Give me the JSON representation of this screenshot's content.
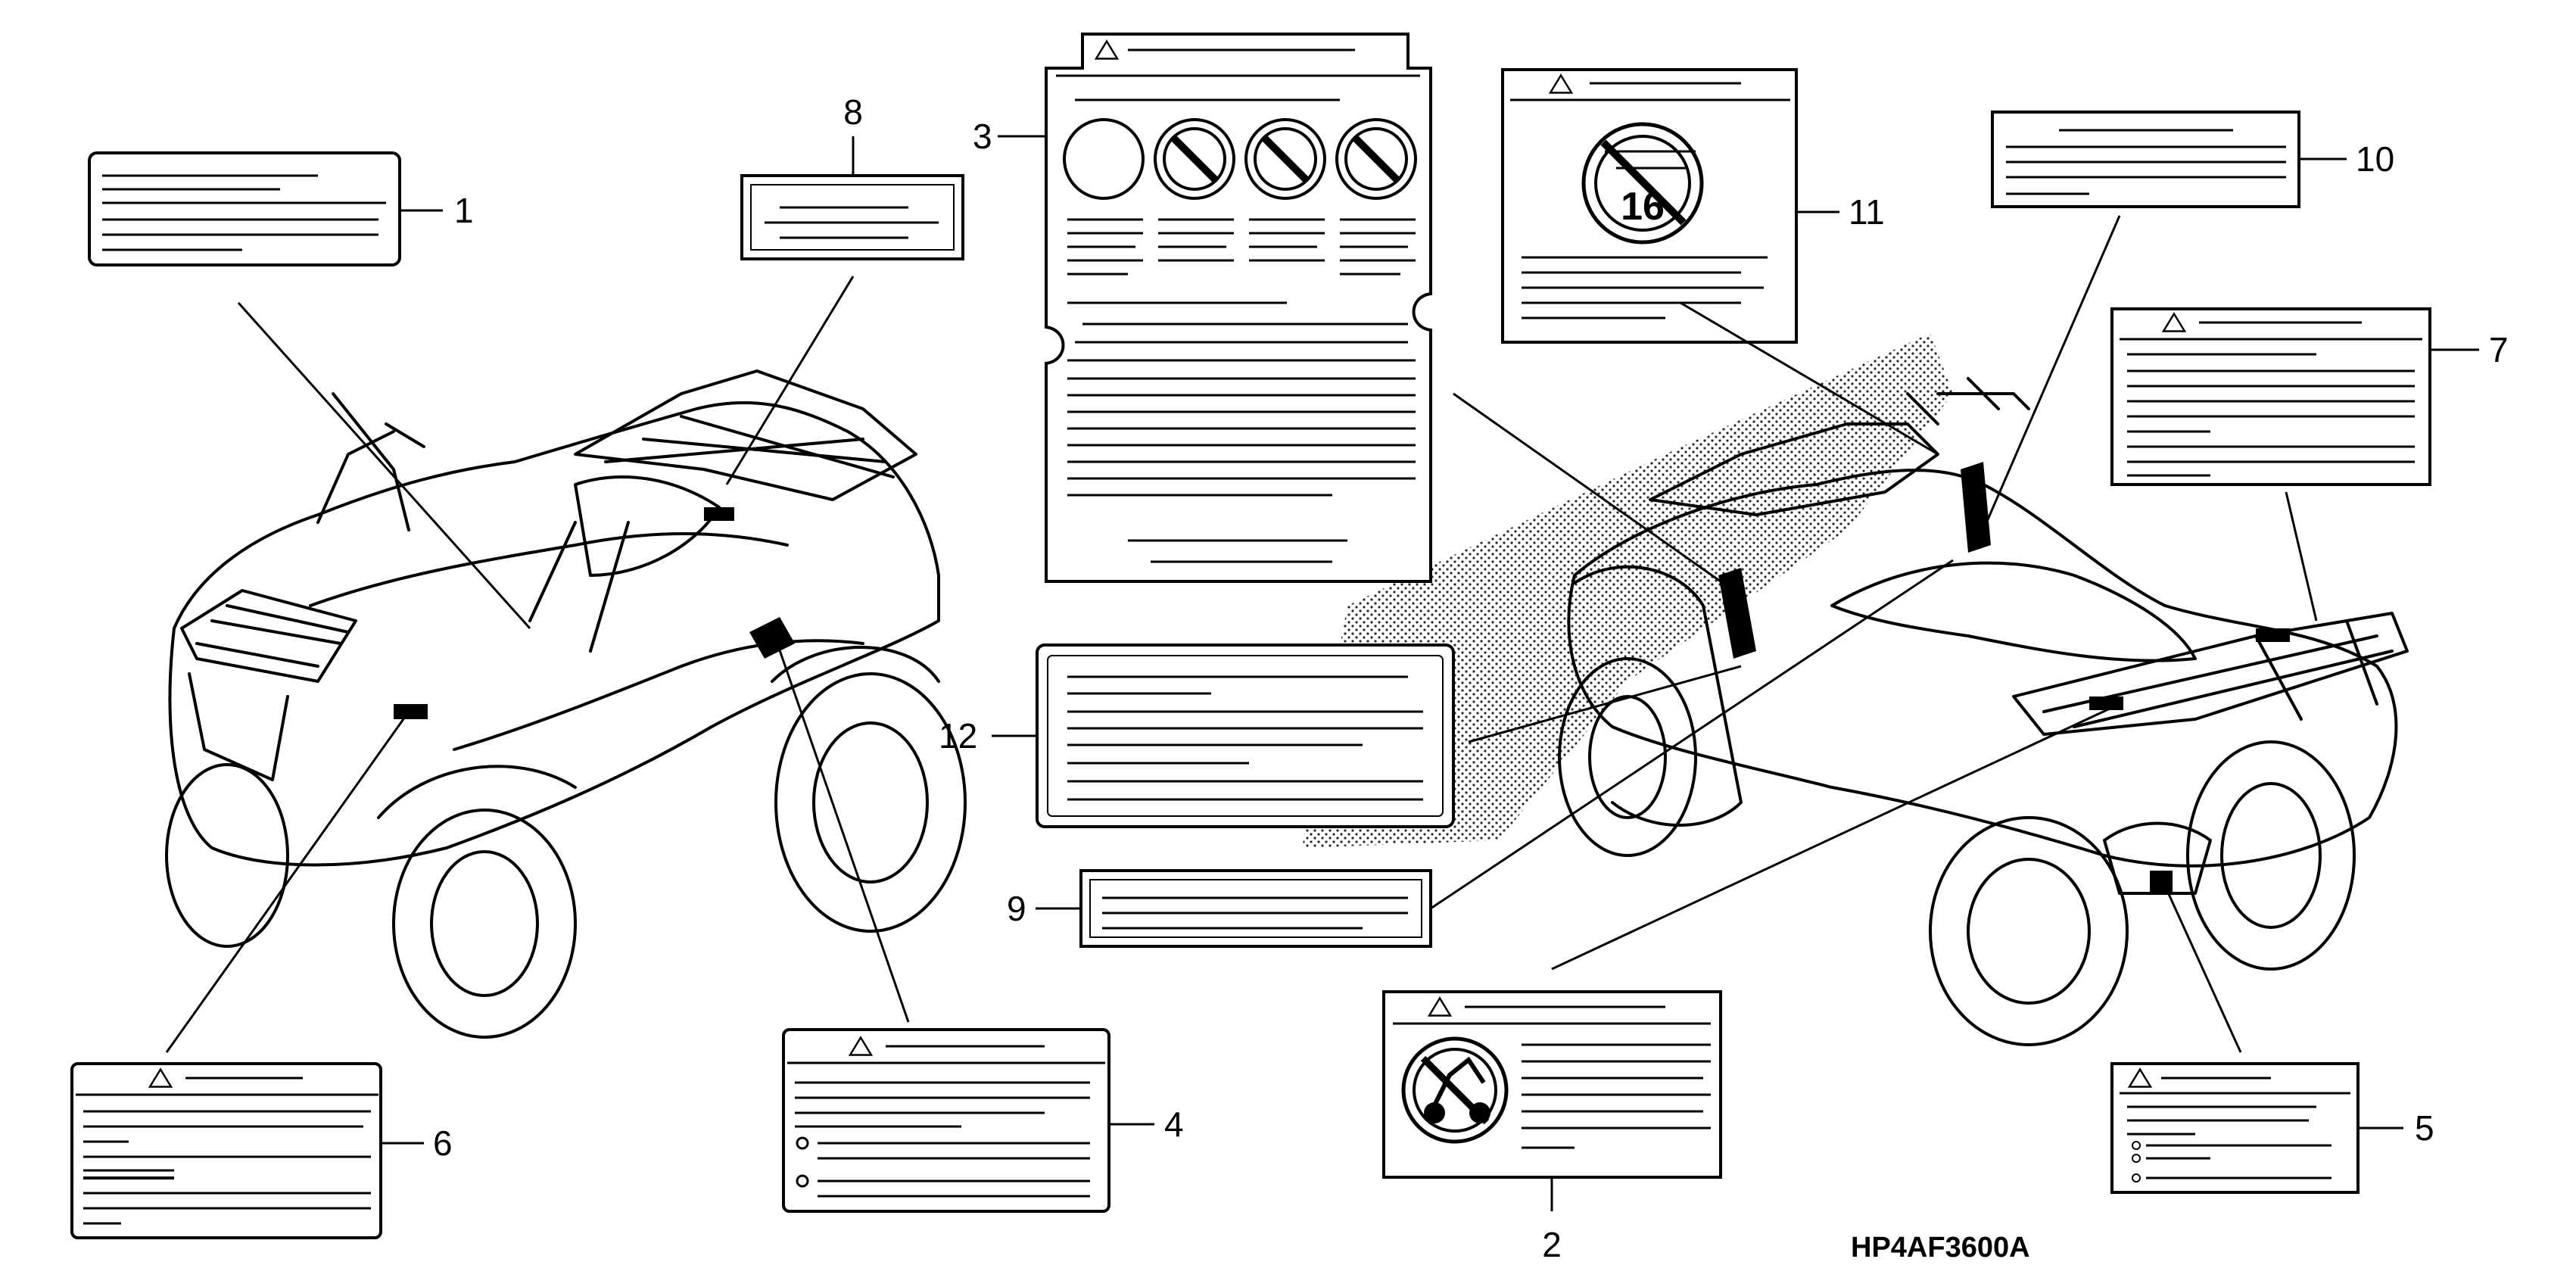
{
  "diagram": {
    "part_code": "HP4AF3600A",
    "callouts": [
      "1",
      "2",
      "3",
      "4",
      "5",
      "6",
      "7",
      "8",
      "9",
      "10",
      "11",
      "12"
    ],
    "pictogram_number": "16",
    "icons": [
      "warning-triangle-icon",
      "no-entry-icon",
      "no-passenger-icon",
      "age-16-prohibition-icon",
      "no-jump-icon",
      "circle-icon"
    ]
  }
}
